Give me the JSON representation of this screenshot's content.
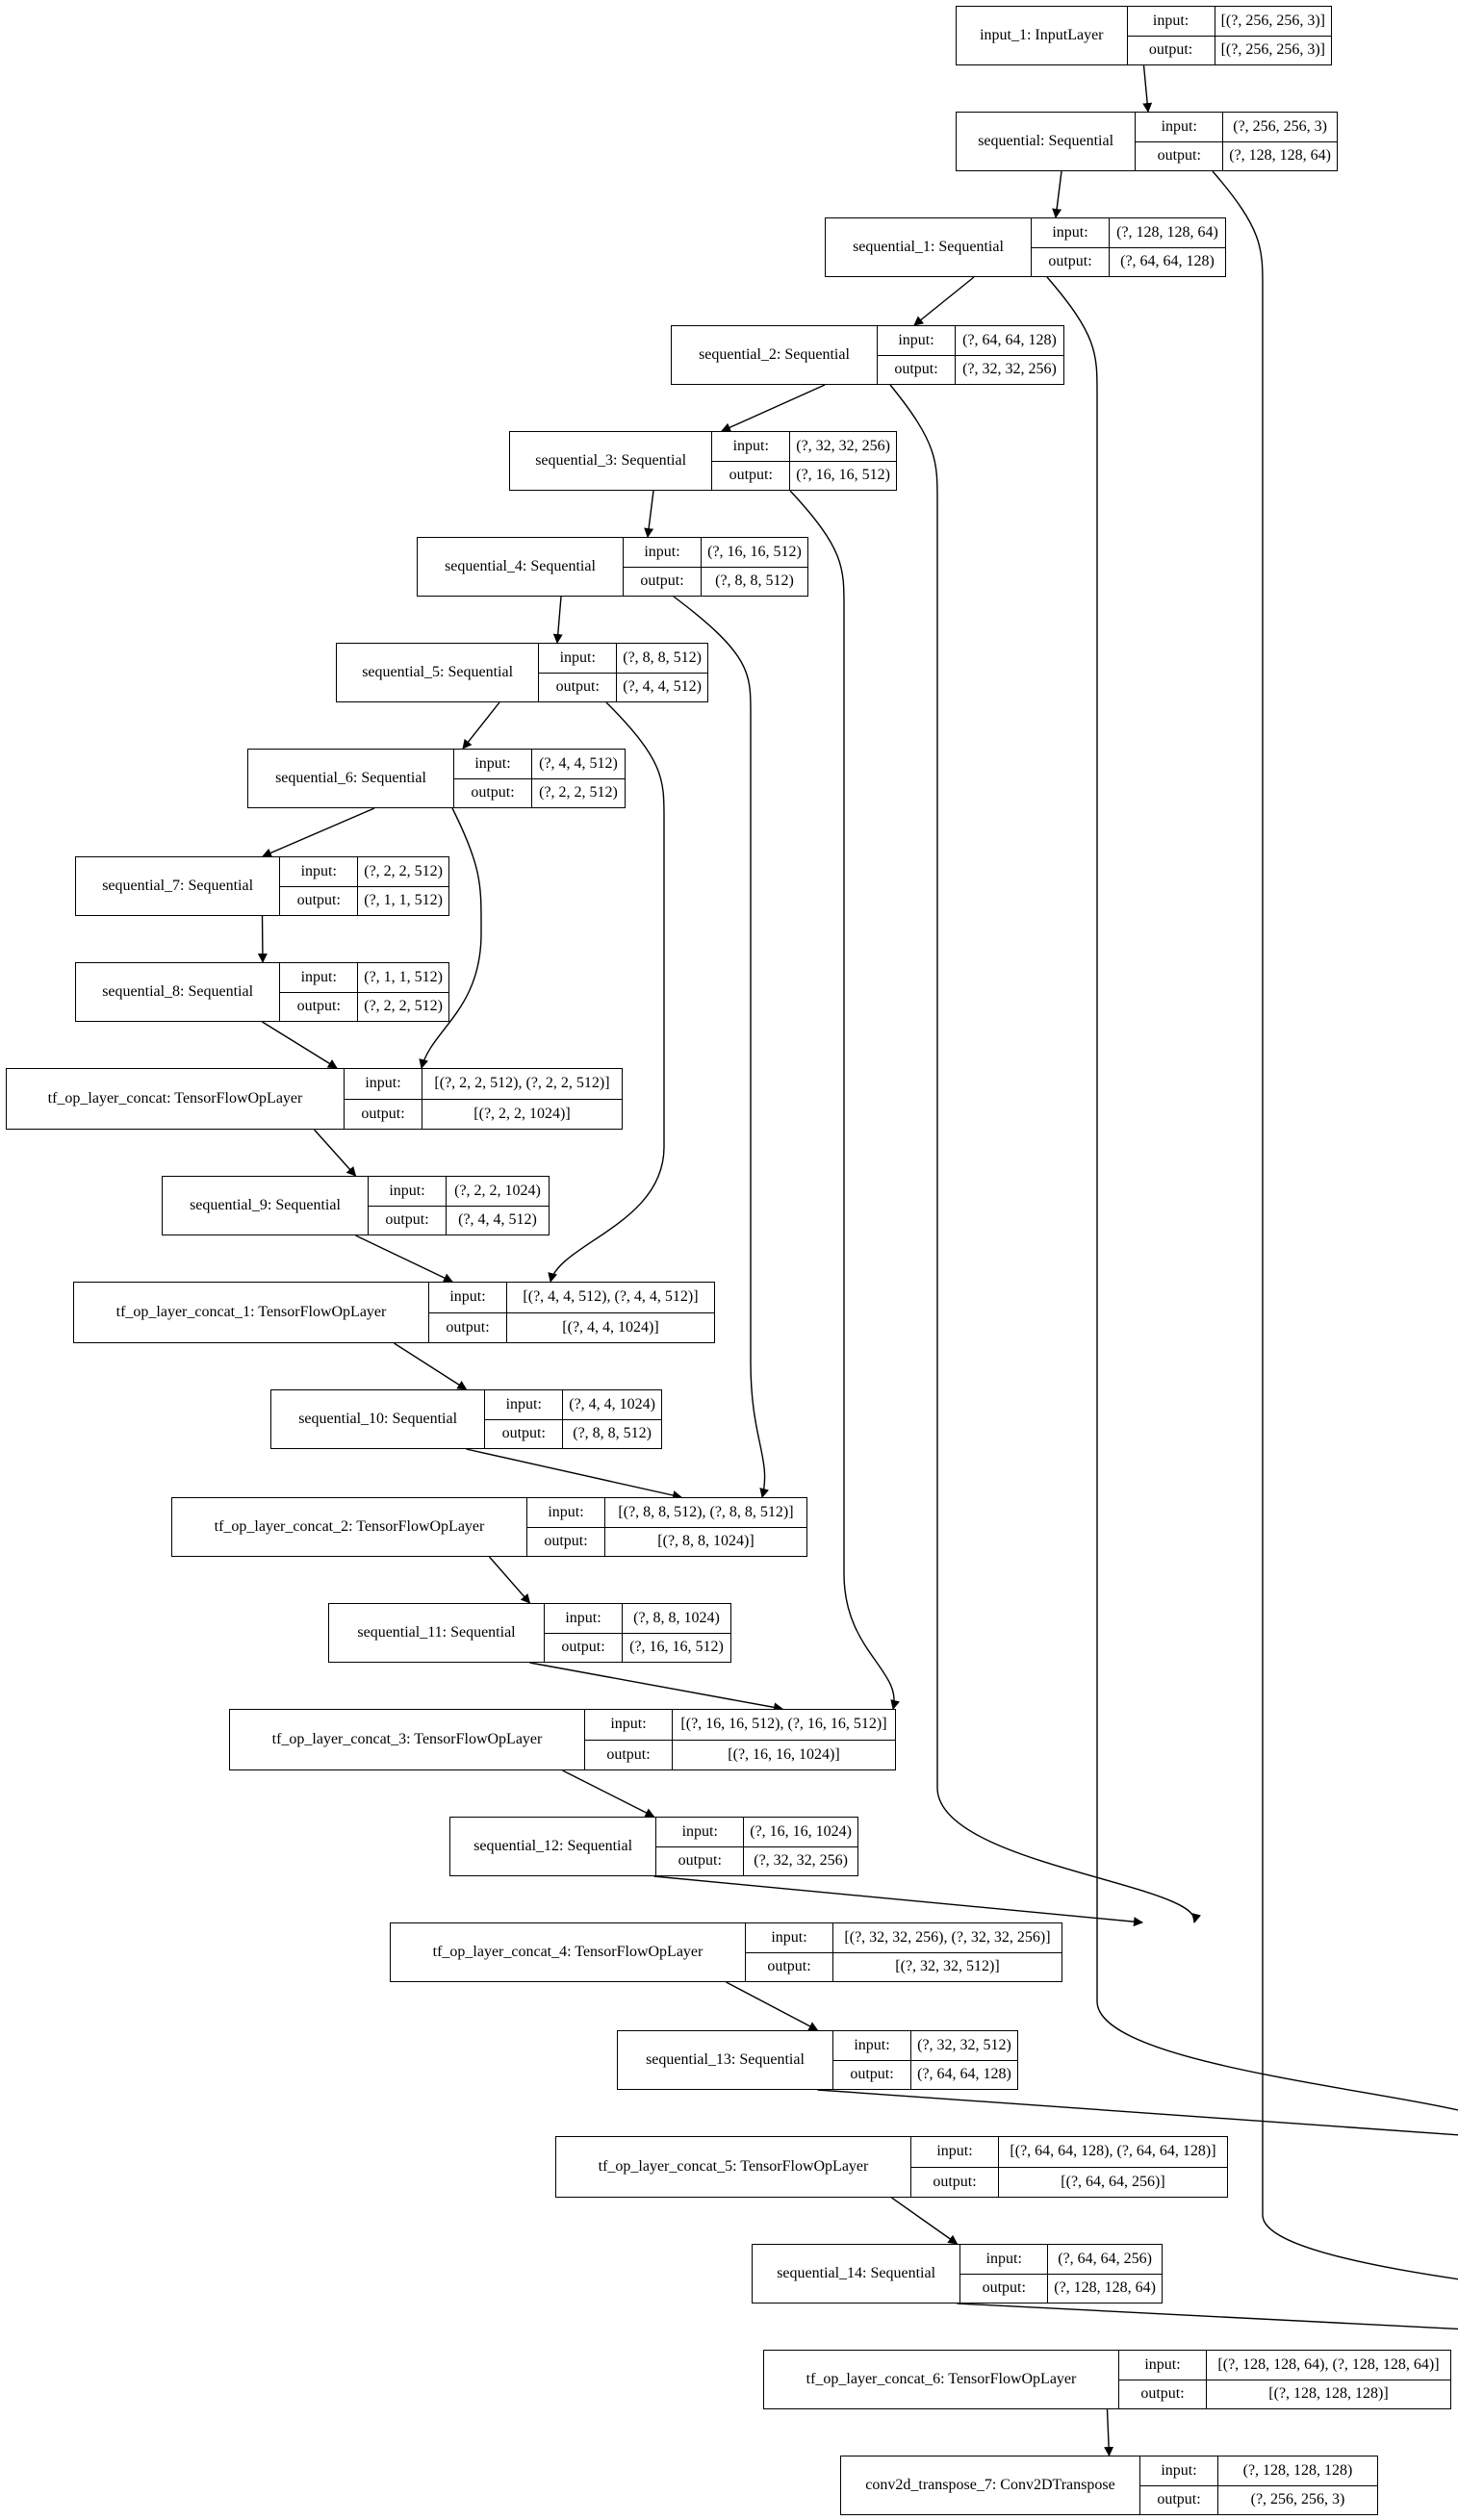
{
  "port_labels": {
    "input": "input:",
    "output": "output:"
  },
  "nodes": [
    {
      "id": "input_1",
      "name": "input_1: InputLayer",
      "input": "[(?, 256, 256, 3)]",
      "output": "[(?, 256, 256, 3)]"
    },
    {
      "id": "sequential",
      "name": "sequential: Sequential",
      "input": "(?, 256, 256, 3)",
      "output": "(?, 128, 128, 64)"
    },
    {
      "id": "sequential_1",
      "name": "sequential_1: Sequential",
      "input": "(?, 128, 128, 64)",
      "output": "(?, 64, 64, 128)"
    },
    {
      "id": "sequential_2",
      "name": "sequential_2: Sequential",
      "input": "(?, 64, 64, 128)",
      "output": "(?, 32, 32, 256)"
    },
    {
      "id": "sequential_3",
      "name": "sequential_3: Sequential",
      "input": "(?, 32, 32, 256)",
      "output": "(?, 16, 16, 512)"
    },
    {
      "id": "sequential_4",
      "name": "sequential_4: Sequential",
      "input": "(?, 16, 16, 512)",
      "output": "(?, 8, 8, 512)"
    },
    {
      "id": "sequential_5",
      "name": "sequential_5: Sequential",
      "input": "(?, 8, 8, 512)",
      "output": "(?, 4, 4, 512)"
    },
    {
      "id": "sequential_6",
      "name": "sequential_6: Sequential",
      "input": "(?, 4, 4, 512)",
      "output": "(?, 2, 2, 512)"
    },
    {
      "id": "sequential_7",
      "name": "sequential_7: Sequential",
      "input": "(?, 2, 2, 512)",
      "output": "(?, 1, 1, 512)"
    },
    {
      "id": "sequential_8",
      "name": "sequential_8: Sequential",
      "input": "(?, 1, 1, 512)",
      "output": "(?, 2, 2, 512)"
    },
    {
      "id": "tf_op_layer_concat",
      "name": "tf_op_layer_concat: TensorFlowOpLayer",
      "input": "[(?, 2, 2, 512), (?, 2, 2, 512)]",
      "output": "[(?, 2, 2, 1024)]"
    },
    {
      "id": "sequential_9",
      "name": "sequential_9: Sequential",
      "input": "(?, 2, 2, 1024)",
      "output": "(?, 4, 4, 512)"
    },
    {
      "id": "tf_op_layer_concat_1",
      "name": "tf_op_layer_concat_1: TensorFlowOpLayer",
      "input": "[(?, 4, 4, 512), (?, 4, 4, 512)]",
      "output": "[(?, 4, 4, 1024)]"
    },
    {
      "id": "sequential_10",
      "name": "sequential_10: Sequential",
      "input": "(?, 4, 4, 1024)",
      "output": "(?, 8, 8, 512)"
    },
    {
      "id": "tf_op_layer_concat_2",
      "name": "tf_op_layer_concat_2: TensorFlowOpLayer",
      "input": "[(?, 8, 8, 512), (?, 8, 8, 512)]",
      "output": "[(?, 8, 8, 1024)]"
    },
    {
      "id": "sequential_11",
      "name": "sequential_11: Sequential",
      "input": "(?, 8, 8, 1024)",
      "output": "(?, 16, 16, 512)"
    },
    {
      "id": "tf_op_layer_concat_3",
      "name": "tf_op_layer_concat_3: TensorFlowOpLayer",
      "input": "[(?, 16, 16, 512), (?, 16, 16, 512)]",
      "output": "[(?, 16, 16, 1024)]"
    },
    {
      "id": "sequential_12",
      "name": "sequential_12: Sequential",
      "input": "(?, 16, 16, 1024)",
      "output": "(?, 32, 32, 256)"
    },
    {
      "id": "tf_op_layer_concat_4",
      "name": "tf_op_layer_concat_4: TensorFlowOpLayer",
      "input": "[(?, 32, 32, 256), (?, 32, 32, 256)]",
      "output": "[(?, 32, 32, 512)]"
    },
    {
      "id": "sequential_13",
      "name": "sequential_13: Sequential",
      "input": "(?, 32, 32, 512)",
      "output": "(?, 64, 64, 128)"
    },
    {
      "id": "tf_op_layer_concat_5",
      "name": "tf_op_layer_concat_5: TensorFlowOpLayer",
      "input": "[(?, 64, 64, 128), (?, 64, 64, 128)]",
      "output": "[(?, 64, 64, 256)]"
    },
    {
      "id": "sequential_14",
      "name": "sequential_14: Sequential",
      "input": "(?, 64, 64, 256)",
      "output": "(?, 128, 128, 64)"
    },
    {
      "id": "tf_op_layer_concat_6",
      "name": "tf_op_layer_concat_6: TensorFlowOpLayer",
      "input": "[(?, 128, 128, 64), (?, 128, 128, 64)]",
      "output": "[(?, 128, 128, 128)]"
    },
    {
      "id": "conv2d_transpose_7",
      "name": "conv2d_transpose_7: Conv2DTranspose",
      "input": "(?, 128, 128, 128)",
      "output": "(?, 256, 256, 3)"
    }
  ],
  "edges": [
    [
      "input_1",
      "sequential"
    ],
    [
      "sequential",
      "sequential_1"
    ],
    [
      "sequential_1",
      "sequential_2"
    ],
    [
      "sequential_2",
      "sequential_3"
    ],
    [
      "sequential_3",
      "sequential_4"
    ],
    [
      "sequential_4",
      "sequential_5"
    ],
    [
      "sequential_5",
      "sequential_6"
    ],
    [
      "sequential_6",
      "sequential_7"
    ],
    [
      "sequential_7",
      "sequential_8"
    ],
    [
      "sequential_8",
      "tf_op_layer_concat"
    ],
    [
      "sequential_6",
      "tf_op_layer_concat"
    ],
    [
      "tf_op_layer_concat",
      "sequential_9"
    ],
    [
      "sequential_9",
      "tf_op_layer_concat_1"
    ],
    [
      "sequential_5",
      "tf_op_layer_concat_1"
    ],
    [
      "tf_op_layer_concat_1",
      "sequential_10"
    ],
    [
      "sequential_10",
      "tf_op_layer_concat_2"
    ],
    [
      "sequential_4",
      "tf_op_layer_concat_2"
    ],
    [
      "tf_op_layer_concat_2",
      "sequential_11"
    ],
    [
      "sequential_11",
      "tf_op_layer_concat_3"
    ],
    [
      "sequential_3",
      "tf_op_layer_concat_3"
    ],
    [
      "tf_op_layer_concat_3",
      "sequential_12"
    ],
    [
      "sequential_12",
      "tf_op_layer_concat_4"
    ],
    [
      "sequential_2",
      "tf_op_layer_concat_4"
    ],
    [
      "tf_op_layer_concat_4",
      "sequential_13"
    ],
    [
      "sequential_13",
      "tf_op_layer_concat_5"
    ],
    [
      "sequential_1",
      "tf_op_layer_concat_5"
    ],
    [
      "tf_op_layer_concat_5",
      "sequential_14"
    ],
    [
      "sequential_14",
      "tf_op_layer_concat_6"
    ],
    [
      "sequential",
      "tf_op_layer_concat_6"
    ],
    [
      "tf_op_layer_concat_6",
      "conv2d_transpose_7"
    ]
  ]
}
